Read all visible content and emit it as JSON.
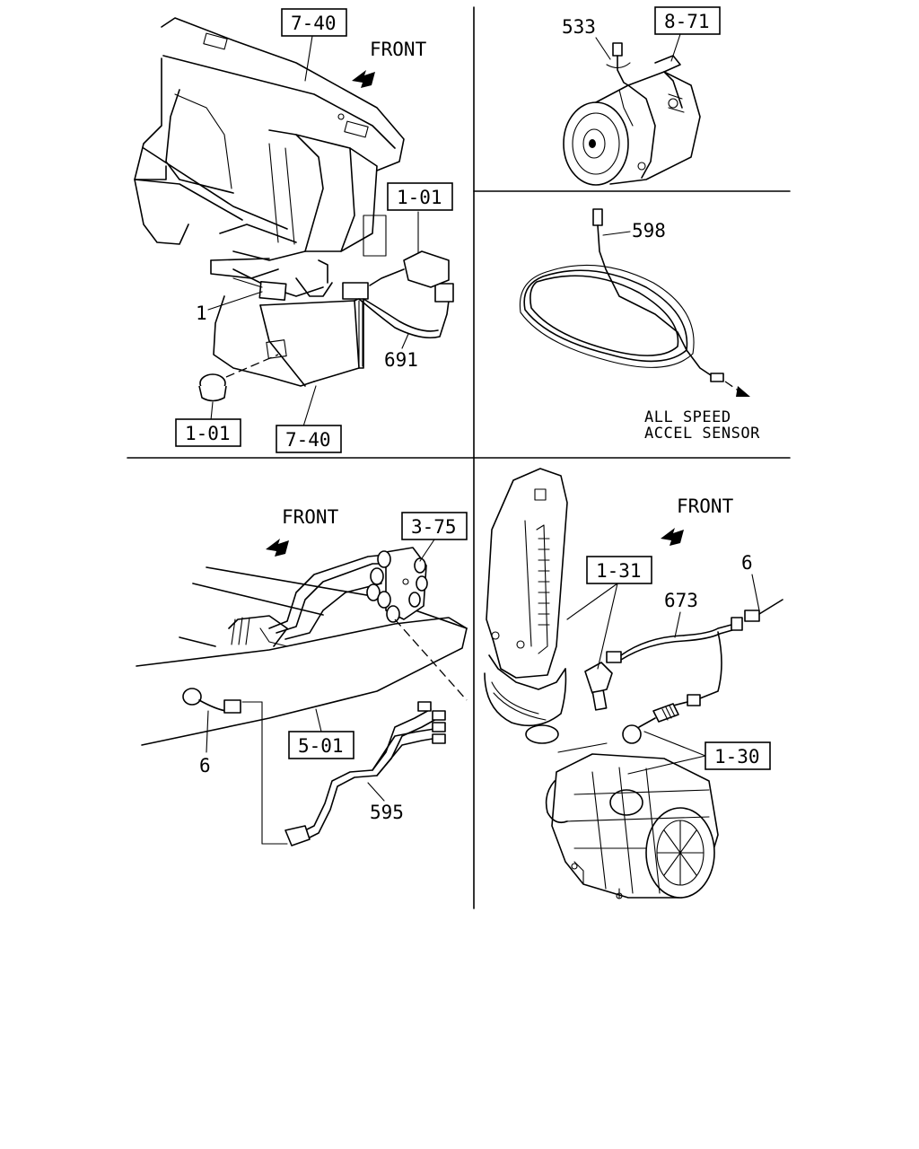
{
  "panels": {
    "top_left": {
      "ref_top": "7-40",
      "ref_bottom": "7-40",
      "ref_switch": "1-01",
      "ref_plug": "1-01",
      "front": "FRONT",
      "part_connector": "1",
      "part_harness": "691"
    },
    "top_right": {
      "ref_compressor": "8-71",
      "part_wire": "533"
    },
    "middle_right": {
      "part_harness": "598",
      "caption_line1": "ALL SPEED",
      "caption_line2": "ACCEL SENSOR"
    },
    "bottom_left": {
      "ref_valve": "3-75",
      "ref_frame": "5-01",
      "front": "FRONT",
      "part_connector": "6",
      "part_harness": "595"
    },
    "bottom_right": {
      "ref_duct": "1-31",
      "ref_cleaner": "1-30",
      "front": "FRONT",
      "part_connector": "6",
      "part_harness": "673"
    }
  }
}
